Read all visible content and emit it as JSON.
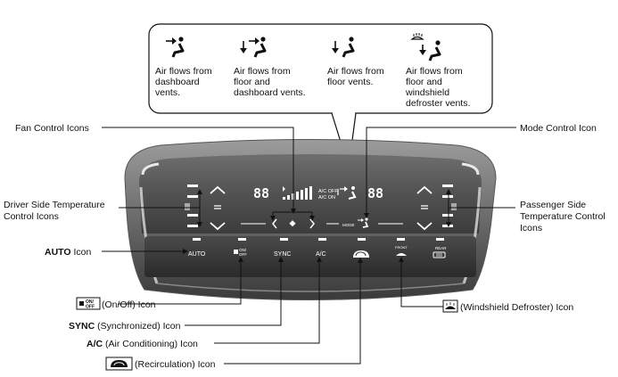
{
  "callout": {
    "items": [
      {
        "lines": [
          "Air flows from",
          "dashboard",
          "vents."
        ],
        "icon": "dashboard-vent-icon"
      },
      {
        "lines": [
          "Air flows from",
          "floor and",
          "dashboard vents."
        ],
        "icon": "floor-dashboard-vent-icon"
      },
      {
        "lines": [
          "Air flows from",
          "floor vents."
        ],
        "icon": "floor-vent-icon"
      },
      {
        "lines": [
          "Air flows from",
          "floor and",
          "windshield",
          "defroster vents."
        ],
        "icon": "floor-defroster-vent-icon"
      }
    ]
  },
  "labels": {
    "fan_control": "Fan Control Icons",
    "mode_control": "Mode Control Icon",
    "driver_temp_1": "Driver Side Temperature",
    "driver_temp_2": "Control Icons",
    "passenger_temp_1": "Passenger Side",
    "passenger_temp_2": "Temperature Control",
    "passenger_temp_3": "Icons",
    "auto_bold": "AUTO",
    "auto_rest": " Icon",
    "onoff_rest": " (On/Off) Icon",
    "sync_bold": "SYNC",
    "sync_rest": " (Synchronized) Icon",
    "ac_bold": "A/C",
    "ac_rest": " (Air Conditioning) Icon",
    "recirc_rest": " (Recirculation) Icon",
    "defrost_rest": " (Windshield Defroster) Icon"
  },
  "panel": {
    "temp_left": "88",
    "temp_right": "88",
    "ac_off": "A/C OFF",
    "ac_on": "A/C ON",
    "mode_small": "MODE",
    "btn_auto": "AUTO",
    "btn_onoff_top": "ON/",
    "btn_onoff_bot": "OFF",
    "btn_sync": "SYNC",
    "btn_ac": "A/C",
    "btn_front": "FRONT",
    "btn_rear": "REAR",
    "onoff_badge_top": "ON/",
    "onoff_badge_bot": "OFF"
  }
}
